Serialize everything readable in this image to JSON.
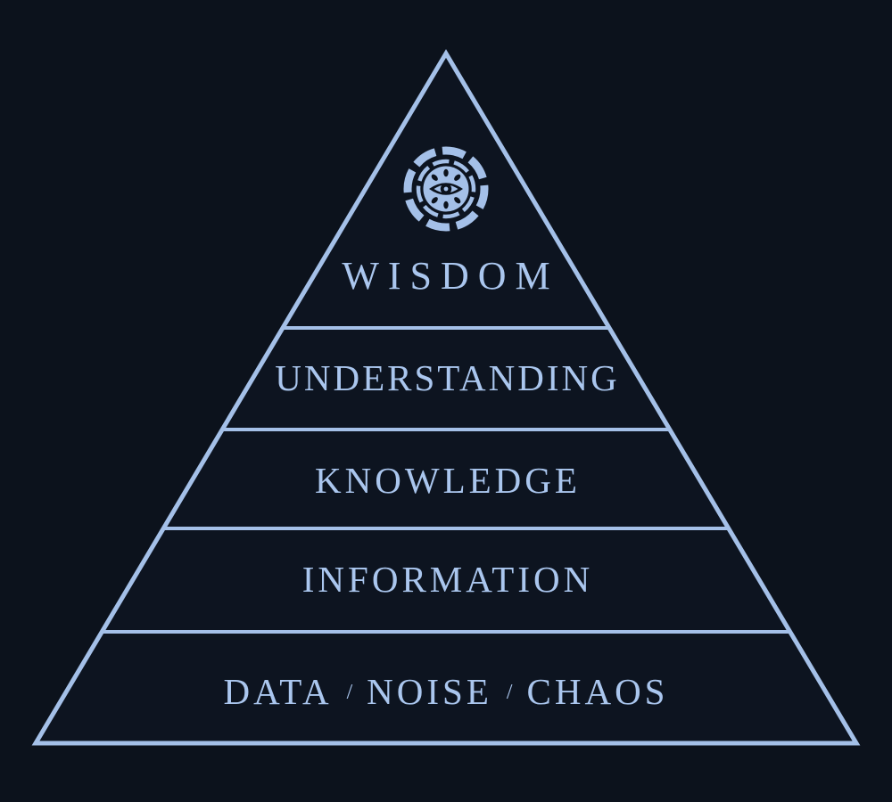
{
  "diagram": {
    "title": "knowledge-pyramid",
    "type": "pyramid",
    "levels": [
      {
        "rank": 1,
        "label": "WISDOM"
      },
      {
        "rank": 2,
        "label": "UNDERSTANDING"
      },
      {
        "rank": 3,
        "label": "KNOWLEDGE"
      },
      {
        "rank": 4,
        "label": "INFORMATION"
      },
      {
        "rank": 5,
        "label": "DATA / NOISE / CHAOS",
        "parts": {
          "a": "DATA",
          "s1": "/",
          "b": "NOISE",
          "s2": "/",
          "c": "CHAOS"
        }
      }
    ],
    "apex_icon": "all-seeing-eye-icon"
  },
  "colors": {
    "background": "#0c121c",
    "accent": "#a4c0e8",
    "text": "#aac6ee"
  }
}
